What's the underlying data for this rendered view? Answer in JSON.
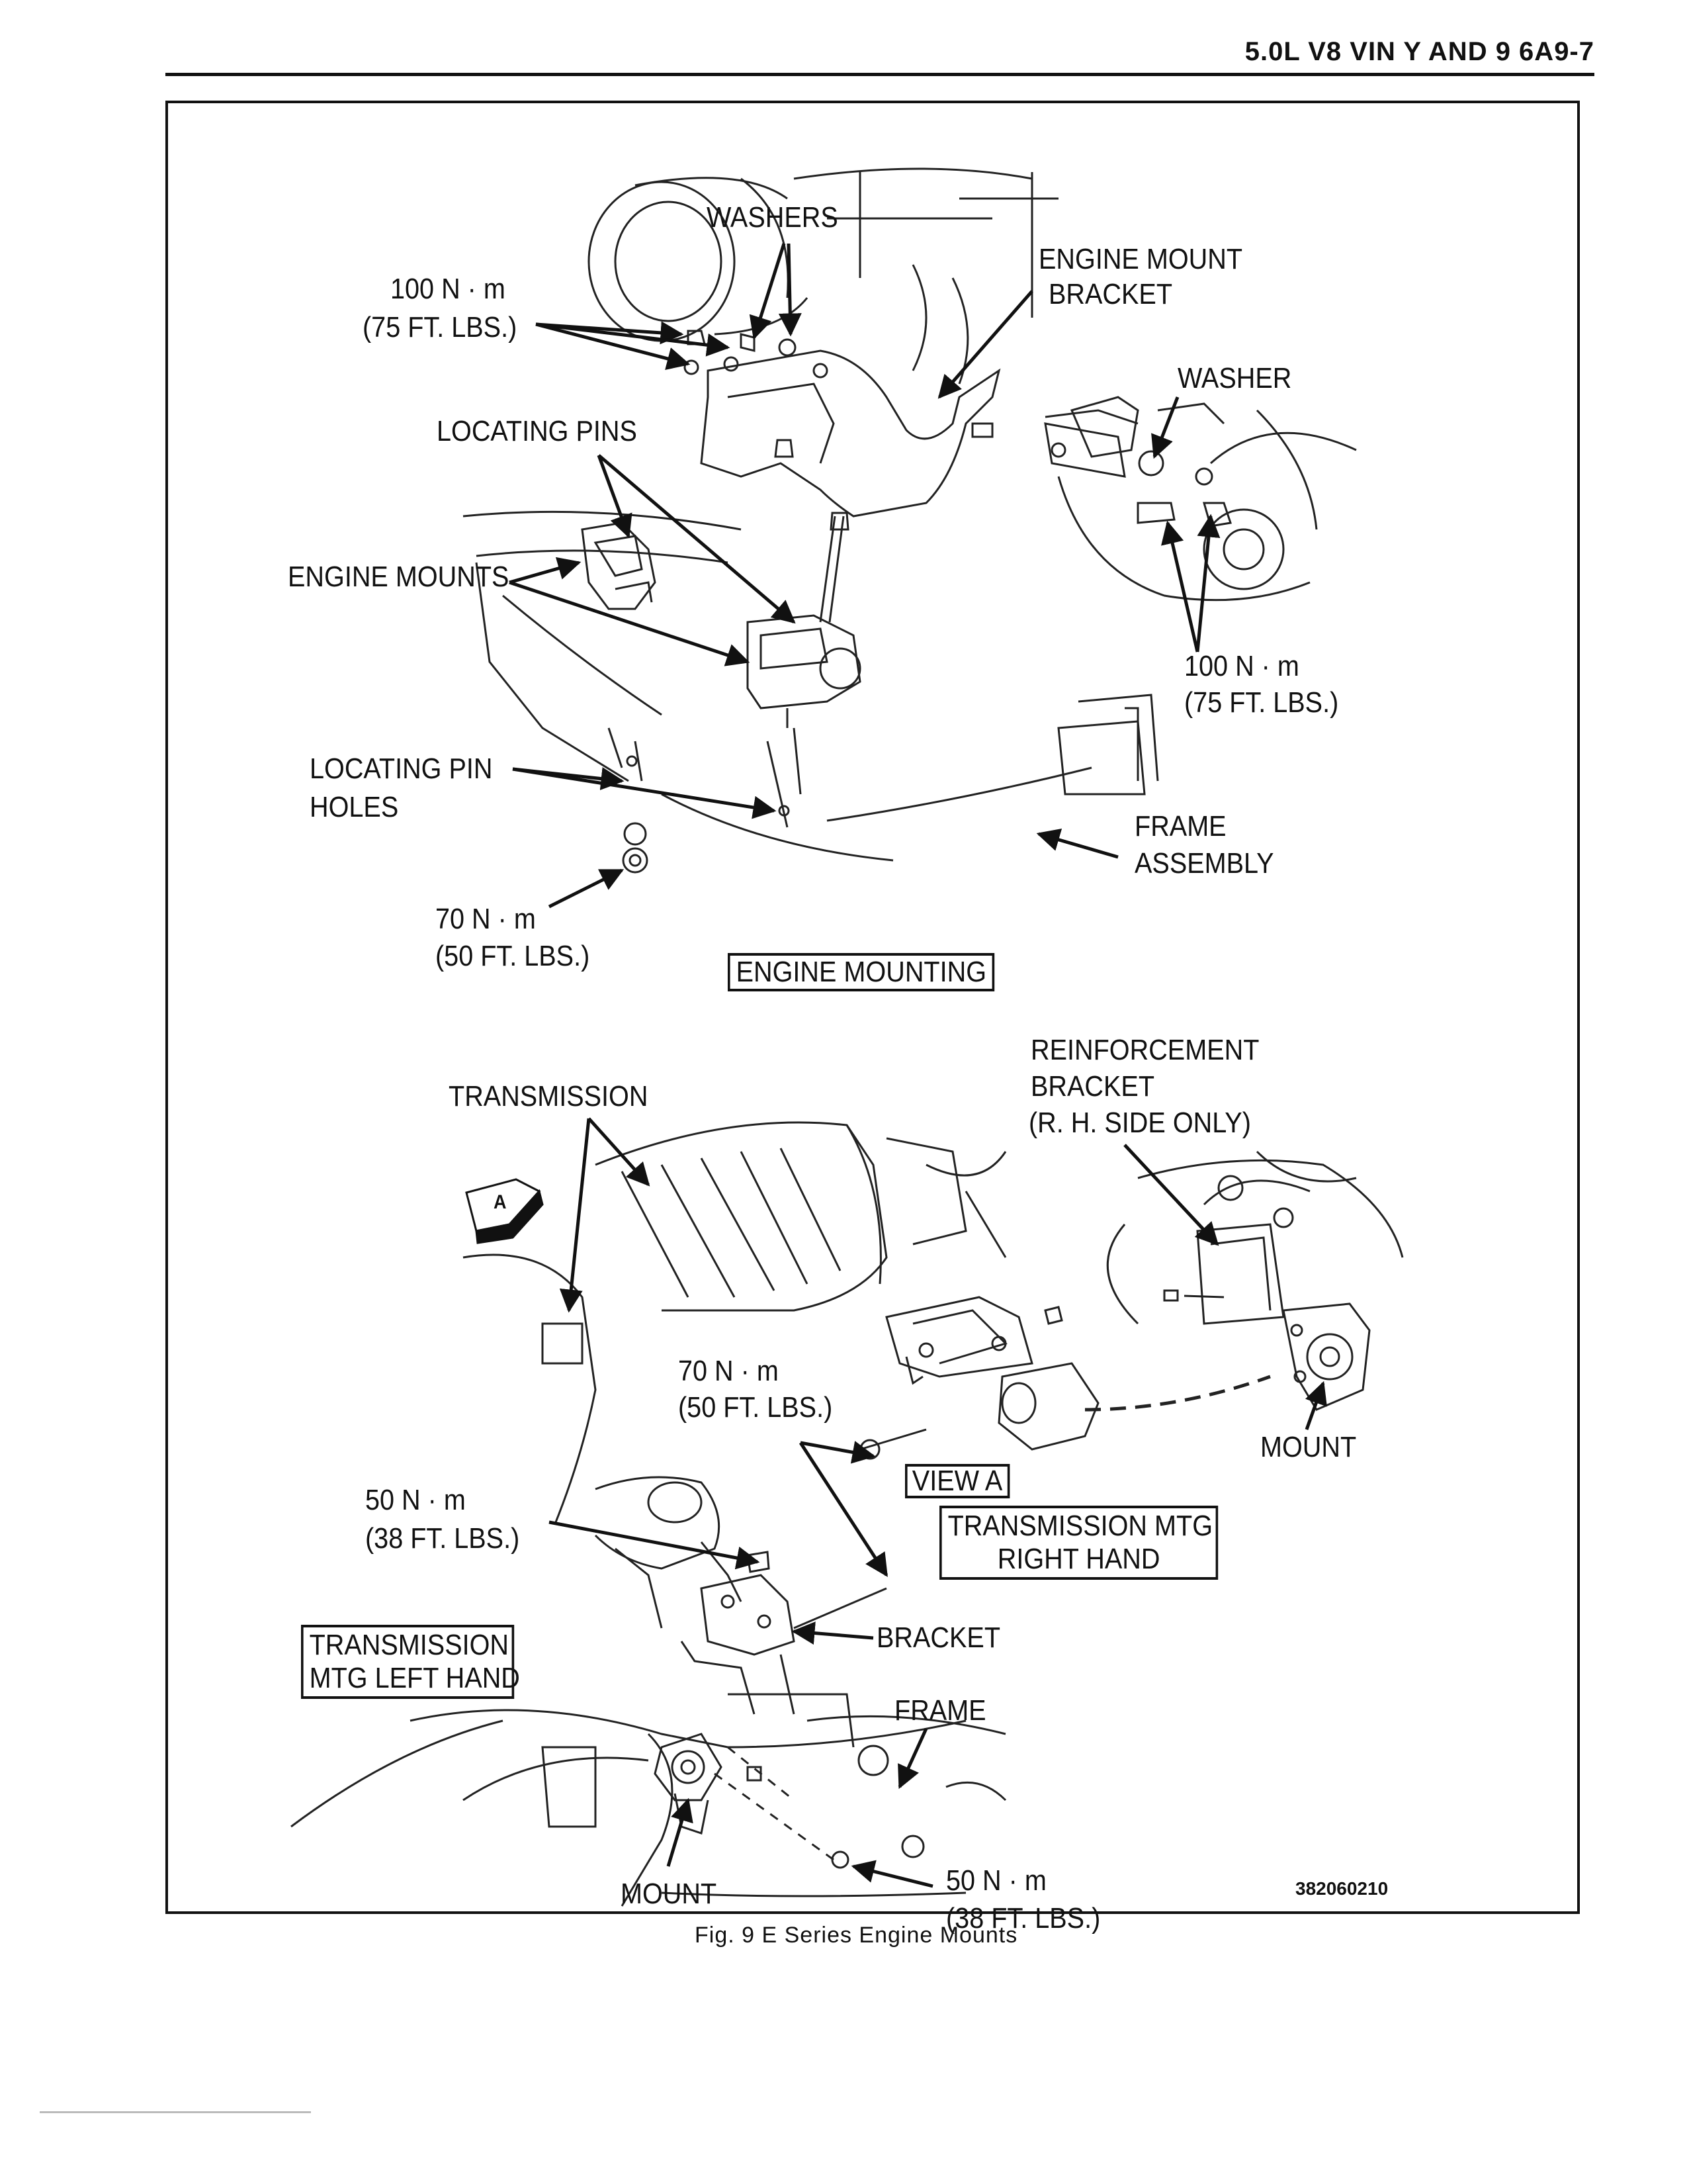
{
  "header": {
    "section": "5.0L V8 VIN Y AND 9  6A9-7"
  },
  "figure": {
    "caption": "Fig. 9 E Series Engine Mounts",
    "code": "382060210"
  },
  "labels": {
    "washers": "WASHERS",
    "torque_top_left_nm": "100 N · m",
    "torque_top_left_ft": "(75 FT. LBS.)",
    "engine_mount_bracket_1": "ENGINE MOUNT",
    "engine_mount_bracket_2": "BRACKET",
    "washer": "WASHER",
    "locating_pins": "LOCATING PINS",
    "engine_mounts": "ENGINE MOUNTS",
    "torque_right_nm": "100 N · m",
    "torque_right_ft": "(75 FT. LBS.)",
    "locating_pin_holes_1": "LOCATING PIN",
    "locating_pin_holes_2": "HOLES",
    "frame_assembly_1": "FRAME",
    "frame_assembly_2": "ASSEMBLY",
    "torque_70_nm": "70 N · m",
    "torque_70_ft": "(50 FT. LBS.)",
    "engine_mounting": "ENGINE MOUNTING",
    "reinforcement_1": "REINFORCEMENT",
    "reinforcement_2": "BRACKET",
    "reinforcement_3": "(R. H. SIDE ONLY)",
    "transmission": "TRANSMISSION",
    "view_a_arrow": "A",
    "torque_70b_nm": "70 N · m",
    "torque_70b_ft": "(50 FT. LBS.)",
    "mount_right": "MOUNT",
    "view_a": "VIEW A",
    "trans_mtg_rh_1": "TRANSMISSION  MTG",
    "trans_mtg_rh_2": "RIGHT HAND",
    "torque_50_nm": "50 N · m",
    "torque_50_ft": "(38 FT. LBS.)",
    "bracket": "BRACKET",
    "trans_mtg_lh_1": "TRANSMISSION",
    "trans_mtg_lh_2": "MTG  LEFT HAND",
    "frame": "FRAME",
    "mount_bottom": "MOUNT",
    "torque_50b_nm": "50 N · m",
    "torque_50b_ft": "(38 FT. LBS.)"
  }
}
